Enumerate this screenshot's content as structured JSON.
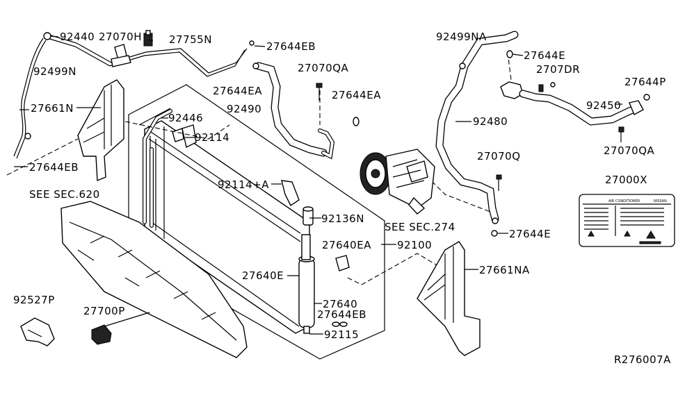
{
  "labels": {
    "p92440": "92440",
    "p27070H": "27070H",
    "p27755N": "27755N",
    "p27644EB_top": "27644EB",
    "p92499N": "92499N",
    "p27661N": "27661N",
    "p27644EB_left": "27644EB",
    "see620": "SEE SEC.620",
    "p92446": "92446",
    "p92114": "92114",
    "p27644EA_a": "27644EA",
    "p92490": "92490",
    "p27070QA_mid": "27070QA",
    "p27644EA_b": "27644EA",
    "p92114A": "92114+A",
    "p92136N": "92136N",
    "see274": "SEE SEC.274",
    "p27640EA": "27640EA",
    "p92100": "92100",
    "p27640E": "27640E",
    "p27640": "27640",
    "p27644EB_bot": "27644EB",
    "p92115": "92115",
    "p92527P": "92527P",
    "p27700P": "27700P",
    "p92499NA": "92499NA",
    "p27644E_top": "27644E",
    "p27070R": "2707DR",
    "p27644P": "27644P",
    "p92450": "92450",
    "p92480": "92480",
    "p27070QA_right": "27070QA",
    "p27070Q": "27070Q",
    "p27000X": "27000X",
    "p27644E_bot": "27644E",
    "p27661NA": "27661NA",
    "ref": "R276007A"
  },
  "ac_label": {
    "title": "AIR CONDITIONER",
    "brand": "NISSAN"
  }
}
